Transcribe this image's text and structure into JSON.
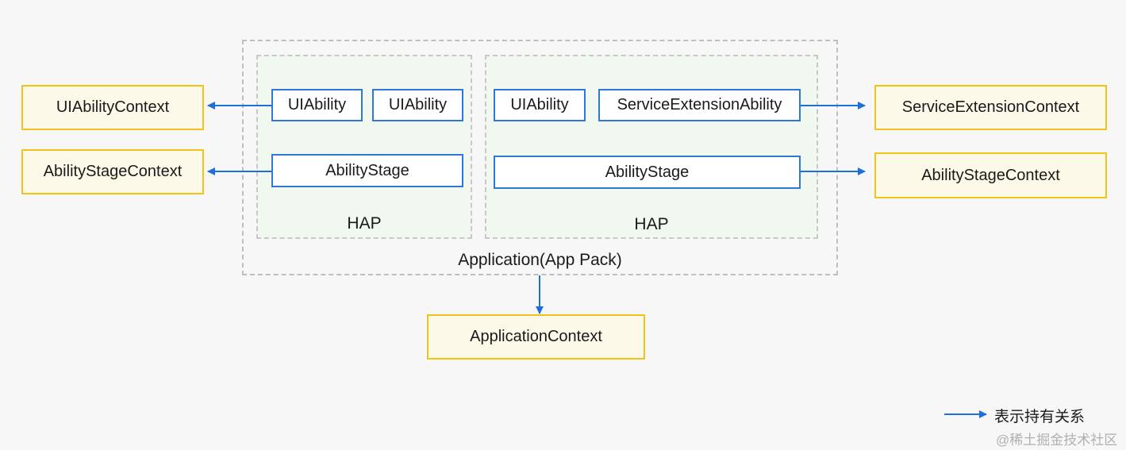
{
  "app_pack": {
    "label": "Application(App Pack)"
  },
  "haps": [
    {
      "label": "HAP",
      "abilities": [
        "UIAbility",
        "UIAbility"
      ],
      "stage": "AbilityStage"
    },
    {
      "label": "HAP",
      "abilities": [
        "UIAbility",
        "ServiceExtensionAbility"
      ],
      "stage": "AbilityStage"
    }
  ],
  "contexts": {
    "ui_ability_context": "UIAbilityContext",
    "ability_stage_context_left": "AbilityStageContext",
    "service_extension_context": "ServiceExtensionContext",
    "ability_stage_context_right": "AbilityStageContext",
    "application_context": "ApplicationContext"
  },
  "legend": {
    "text": "表示持有关系"
  },
  "watermark": "@稀土掘金技术社区",
  "colors": {
    "arrow": "#1f6fd8",
    "ability_border": "#2f78d6",
    "context_border": "#f0c419",
    "hap_fill": "#f1f8ef"
  }
}
